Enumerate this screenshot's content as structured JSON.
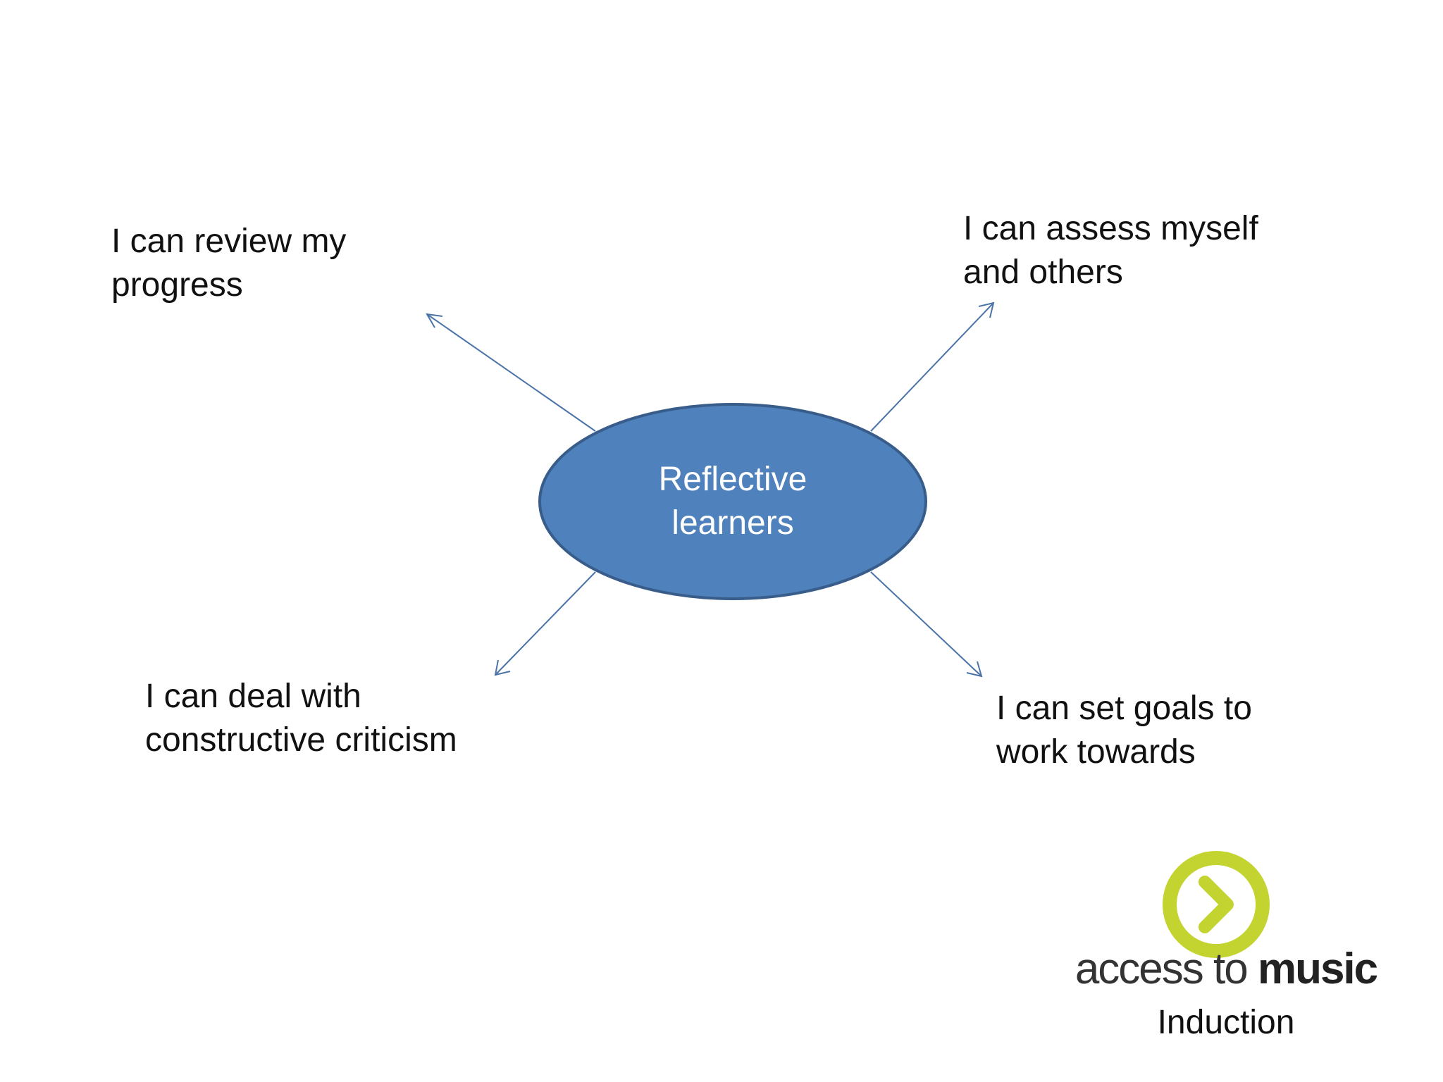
{
  "center": {
    "lines": [
      "Reflective",
      "learners"
    ],
    "fill_color": "#4f81bd",
    "stroke_color": "#385d8a"
  },
  "branches": [
    {
      "id": "top-left",
      "lines": [
        "I can review my",
        "progress"
      ]
    },
    {
      "id": "top-right",
      "lines": [
        "I can assess myself",
        "and others"
      ]
    },
    {
      "id": "bottom-left",
      "lines": [
        "I can deal with",
        "constructive criticism"
      ]
    },
    {
      "id": "bottom-right",
      "lines": [
        "I can set goals to",
        "work towards"
      ]
    }
  ],
  "arrow_color": "#4a73a8",
  "logo": {
    "brand_light": "access to ",
    "brand_bold": "music",
    "subtitle": "Induction",
    "ring_color": "#c3d430",
    "icon": "chevron-right-icon"
  }
}
